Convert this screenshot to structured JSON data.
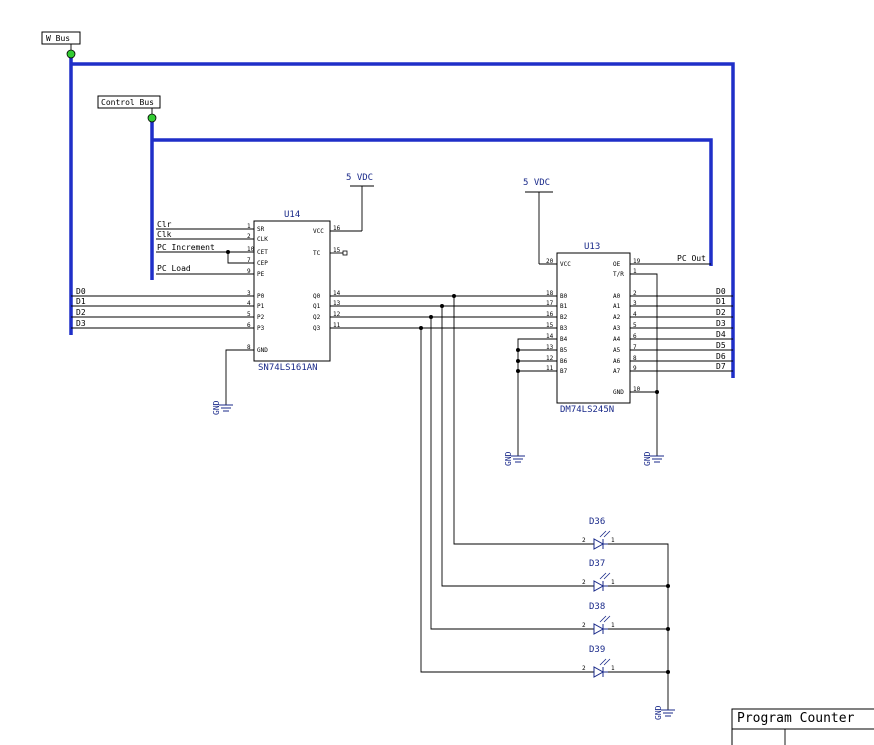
{
  "buses": {
    "w_bus": "W Bus",
    "control_bus": "Control Bus"
  },
  "power": {
    "vdc_left": "5 VDC",
    "vdc_right": "5 VDC"
  },
  "gnd_label": "GND",
  "u14": {
    "ref": "U14",
    "part": "SN74LS161AN",
    "pins_left": [
      {
        "name": "SR",
        "num": "1"
      },
      {
        "name": "CLK",
        "num": "2"
      },
      {
        "name": "CET",
        "num": "10"
      },
      {
        "name": "CEP",
        "num": "7"
      },
      {
        "name": "PE",
        "num": "9"
      },
      {
        "name": "P0",
        "num": "3"
      },
      {
        "name": "P1",
        "num": "4"
      },
      {
        "name": "P2",
        "num": "5"
      },
      {
        "name": "P3",
        "num": "6"
      },
      {
        "name": "GND",
        "num": "8"
      }
    ],
    "pins_right": [
      {
        "name": "VCC",
        "num": "16"
      },
      {
        "name": "TC",
        "num": "15"
      },
      {
        "name": "Q0",
        "num": "14"
      },
      {
        "name": "Q1",
        "num": "13"
      },
      {
        "name": "Q2",
        "num": "12"
      },
      {
        "name": "Q3",
        "num": "11"
      }
    ],
    "signals": [
      "Clr",
      "Clk",
      "PC Increment",
      "PC Load",
      "D0",
      "D1",
      "D2",
      "D3"
    ]
  },
  "u13": {
    "ref": "U13",
    "part": "DM74LS245N",
    "pins_left": [
      {
        "name": "VCC",
        "num": "20"
      },
      {
        "name": "B0",
        "num": "18"
      },
      {
        "name": "B1",
        "num": "17"
      },
      {
        "name": "B2",
        "num": "16"
      },
      {
        "name": "B3",
        "num": "15"
      },
      {
        "name": "B4",
        "num": "14"
      },
      {
        "name": "B5",
        "num": "13"
      },
      {
        "name": "B6",
        "num": "12"
      },
      {
        "name": "B7",
        "num": "11"
      }
    ],
    "pins_right": [
      {
        "name": "OE",
        "num": "19"
      },
      {
        "name": "T/R",
        "num": "1"
      },
      {
        "name": "A0",
        "num": "2"
      },
      {
        "name": "A1",
        "num": "3"
      },
      {
        "name": "A2",
        "num": "4"
      },
      {
        "name": "A3",
        "num": "5"
      },
      {
        "name": "A4",
        "num": "6"
      },
      {
        "name": "A5",
        "num": "7"
      },
      {
        "name": "A6",
        "num": "8"
      },
      {
        "name": "A7",
        "num": "9"
      },
      {
        "name": "GND",
        "num": "10"
      }
    ],
    "signals": [
      "PC Out",
      "D0",
      "D1",
      "D2",
      "D3",
      "D4",
      "D5",
      "D6",
      "D7"
    ]
  },
  "leds": [
    {
      "ref": "D36",
      "anode": "2",
      "cathode": "1"
    },
    {
      "ref": "D37",
      "anode": "2",
      "cathode": "1"
    },
    {
      "ref": "D38",
      "anode": "2",
      "cathode": "1"
    },
    {
      "ref": "D39",
      "anode": "2",
      "cathode": "1"
    }
  ],
  "title_block": {
    "title": "Program Counter"
  },
  "colors": {
    "bus": "#1f2fc8",
    "junction": "#33cc33",
    "ref_text": "#1a2a8a"
  }
}
